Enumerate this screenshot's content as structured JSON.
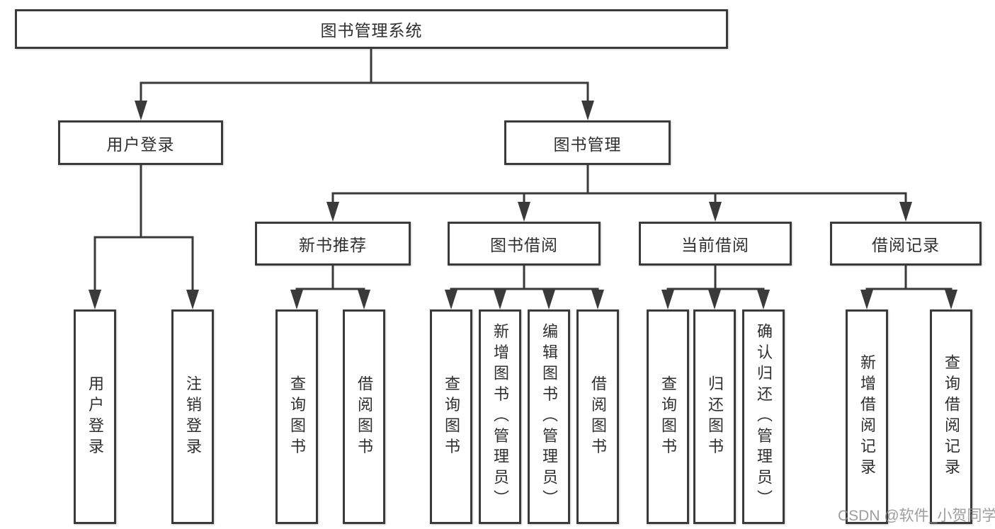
{
  "diagram": {
    "root": {
      "label": "图书管理系统"
    },
    "branches": [
      {
        "label": "用户登录",
        "children": [
          {
            "label": "用户登录"
          },
          {
            "label": "注销登录"
          }
        ]
      },
      {
        "label": "图书管理",
        "children": [
          {
            "label": "新书推荐",
            "children": [
              {
                "label": "查询图书"
              },
              {
                "label": "借阅图书"
              }
            ]
          },
          {
            "label": "图书借阅",
            "children": [
              {
                "label": "查询图书"
              },
              {
                "label": "新增图书（管理员）"
              },
              {
                "label": "编辑图书（管理员）"
              },
              {
                "label": "借阅图书"
              }
            ]
          },
          {
            "label": "当前借阅",
            "children": [
              {
                "label": "查询图书"
              },
              {
                "label": "归还图书"
              },
              {
                "label": "确认归还（管理员）"
              }
            ]
          },
          {
            "label": "借阅记录",
            "children": [
              {
                "label": "新增借阅记录"
              },
              {
                "label": "查询借阅记录"
              }
            ]
          }
        ]
      }
    ],
    "watermark": "CSDN @软件_小贺同学",
    "colors": {
      "line": "#3a3a3a",
      "box_border": "#3a3a3a",
      "text": "#2f2f2f",
      "watermark": "#8c8c8c",
      "background": "#ffffff"
    }
  }
}
